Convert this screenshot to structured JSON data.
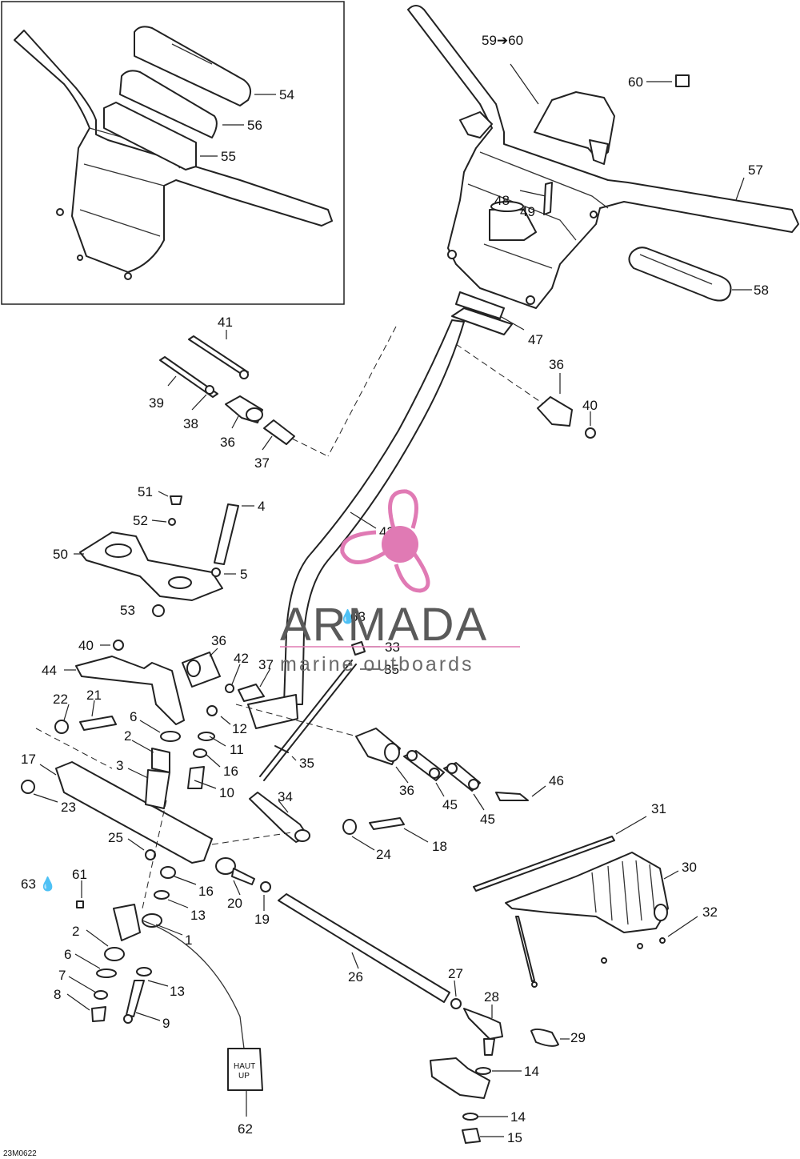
{
  "drawing_code": "23M0622",
  "tag_text": [
    "HAUT",
    "UP"
  ],
  "watermark": {
    "brand": "ARMADA",
    "tagline": "marine outboards",
    "accent_color": "#e07ab4"
  },
  "callouts": {
    "c1": "1",
    "c2a": "2",
    "c2b": "2",
    "c3": "3",
    "c4": "4",
    "c5": "5",
    "c6a": "6",
    "c6b": "6",
    "c7": "7",
    "c8": "8",
    "c9": "9",
    "c10": "10",
    "c11": "11",
    "c12": "12",
    "c13a": "13",
    "c13b": "13",
    "c14a": "14",
    "c14b": "14",
    "c15": "15",
    "c16a": "16",
    "c16b": "16",
    "c17": "17",
    "c18": "18",
    "c19": "19",
    "c20": "20",
    "c21": "21",
    "c22": "22",
    "c23": "23",
    "c24": "24",
    "c25": "25",
    "c26": "26",
    "c27": "27",
    "c28": "28",
    "c29": "29",
    "c30": "30",
    "c31": "31",
    "c32": "32",
    "c33": "33",
    "c34": "34",
    "c35a": "35",
    "c35b": "35",
    "c36a": "36",
    "c36b": "36",
    "c36c": "36",
    "c36d": "36",
    "c37a": "37",
    "c37b": "37",
    "c38": "38",
    "c39": "39",
    "c40a": "40",
    "c40b": "40",
    "c41": "41",
    "c42": "42",
    "c43": "43",
    "c44": "44",
    "c45a": "45",
    "c45b": "45",
    "c46": "46",
    "c47": "47",
    "c48": "48",
    "c49": "49",
    "c50": "50",
    "c51": "51",
    "c52": "52",
    "c53": "53",
    "c54": "54",
    "c55": "55",
    "c56": "56",
    "c57": "57",
    "c58": "58",
    "c59": "59➔60",
    "c60": "60",
    "c61": "61",
    "c62": "62",
    "c63a": "63",
    "c63b": "63"
  }
}
